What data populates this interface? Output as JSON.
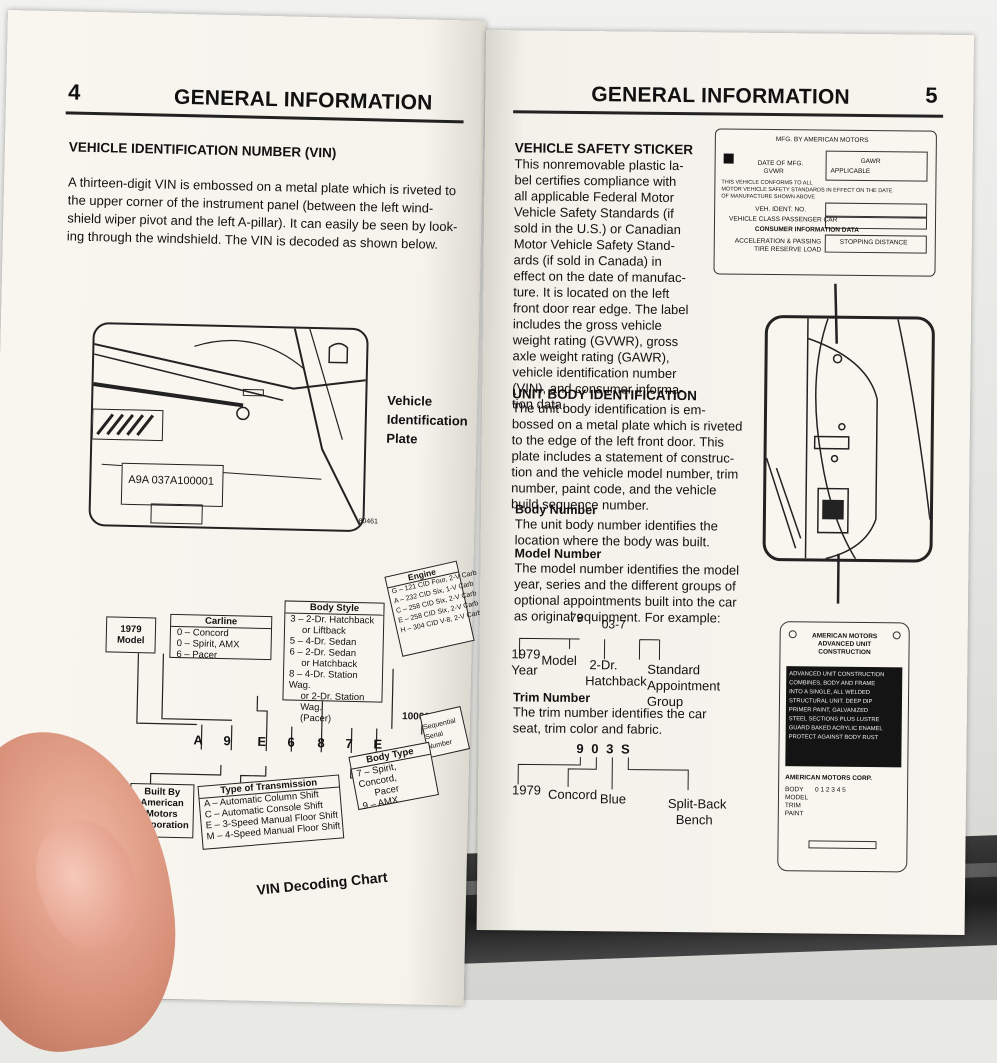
{
  "left_page": {
    "page_number": "4",
    "header_title": "GENERAL INFORMATION",
    "section_title": "VEHICLE IDENTIFICATION NUMBER (VIN)",
    "intro_lines": [
      "A thirteen-digit VIN is embossed on a metal plate which is riveted to",
      "the upper corner of the instrument panel (between the left wind-",
      "shield wiper pivot and the left A-pillar). It can easily be seen by look-",
      "ing through the windshield. The VIN is decoded as shown below."
    ],
    "plate_label_lines": [
      "Vehicle",
      "Identification",
      "Plate"
    ],
    "plate_vin": "A9A 037A100001",
    "figure_code": "80461",
    "chart": {
      "model_year_lines": [
        "1979",
        "Model"
      ],
      "carline_title": "Carline",
      "carline_items": [
        "0 – Concord",
        "0 – Spirit, AMX",
        "6 – Pacer"
      ],
      "body_style_title": "Body Style",
      "body_style_items": [
        "3 – 2-Dr. Hatchback",
        "or Liftback",
        "5 – 4-Dr. Sedan",
        "6 – 2-Dr. Sedan",
        "or Hatchback",
        "8 – 4-Dr. Station Wag.",
        "or 2-Dr. Station Wag.",
        "(Pacer)"
      ],
      "engine_title": "Engine",
      "engine_items": [
        "G – 121 CID Four, 2-V Carb",
        "A – 232 CID Six, 1-V Carb",
        "C – 258 CID Six, 2-V Carb",
        "E – 258 CID Six, 2-V Carb",
        "H – 304 CID V-8, 2-V Carb"
      ],
      "vin_chars": [
        "A",
        "9",
        "E",
        "6",
        "8",
        "7",
        "E",
        "100001"
      ],
      "sequence_lines": [
        "Sequential",
        "Serial Number"
      ],
      "built_by_lines": [
        "Built By",
        "American",
        "Motors",
        "Corporation"
      ],
      "transmission_title": "Type of Transmission",
      "transmission_items": [
        "A – Automatic Column Shift",
        "C – Automatic Console Shift",
        "E – 3-Speed Manual Floor Shift",
        "M – 4-Speed Manual Floor Shift"
      ],
      "body_type_title": "Body Type",
      "body_type_items": [
        "7 – Spirit, Concord,",
        "Pacer",
        "9 – AMX"
      ]
    },
    "caption": "VIN Decoding Chart"
  },
  "right_page": {
    "header_title": "GENERAL INFORMATION",
    "page_number": "5",
    "safety_title": "VEHICLE SAFETY STICKER",
    "safety_lines": [
      "This nonremovable plastic la-",
      "bel certifies compliance with",
      "all applicable Federal Motor",
      "Vehicle Safety Standards (if",
      "sold in the U.S.) or Canadian",
      "Motor Vehicle Safety Stand-",
      "ards (if sold in Canada) in",
      "effect on the date of manufac-",
      "ture. It is located on the left",
      "front door rear edge. The label",
      "includes the gross vehicle",
      "weight rating (GVWR), gross",
      "axle weight rating (GAWR),",
      "vehicle identification number",
      "(VIN), and consumer informa-",
      "tion data."
    ],
    "sticker": {
      "mfg": "MFG. BY AMERICAN MOTORS",
      "date_of_mfg": "DATE OF MFG.",
      "gvwr": "GVWR",
      "gawr": "GAWR",
      "applicable": "APPLICABLE",
      "conform_lines": [
        "THIS VEHICLE CONFORMS TO ALL",
        "MOTOR VEHICLE SAFETY STANDARDS IN EFFECT ON THE DATE",
        "OF MANUFACTURE SHOWN ABOVE"
      ],
      "veh_ident": "VEH. IDENT. NO.",
      "vehicle_class": "VEHICLE CLASS PASSENGER CAR",
      "consumer_info": "CONSUMER INFORMATION DATA",
      "accel_lines": [
        "ACCELERATION & PASSING",
        "TIRE RESERVE LOAD"
      ],
      "stopping": "STOPPING DISTANCE"
    },
    "unit_title": "UNIT BODY IDENTIFICATION",
    "unit_lines": [
      "The unit body identification is em-",
      "bossed on a metal plate which is riveted",
      "to the edge of the left front door. This",
      "plate includes a statement of construc-",
      "tion and the vehicle model number, trim",
      "number, paint code, and the vehicle",
      "build sequence number."
    ],
    "body_number_title": "Body Number",
    "body_number_lines": [
      "The unit body number identifies the",
      "location where the body was built."
    ],
    "model_number_title": "Model Number",
    "model_number_lines": [
      "The model number identifies the model",
      "year, series and the different groups of",
      "optional appointments built into the car",
      "as original equipment. For example:"
    ],
    "model_example": {
      "code_a": "79",
      "code_b": "03-7",
      "year_lines": [
        "1979",
        "Year"
      ],
      "model": "Model",
      "hatch_lines": [
        "2-Dr.",
        "Hatchback"
      ],
      "standard_lines": [
        "Standard",
        "Appointment",
        "Group"
      ]
    },
    "trim_title": "Trim Number",
    "trim_lines": [
      "The trim number identifies the car",
      "seat, trim color and fabric."
    ],
    "trim_example": {
      "code": "9 0 3 S",
      "year": "1979",
      "concord": "Concord",
      "blue": "Blue",
      "split_lines": [
        "Split-Back",
        "Bench"
      ]
    },
    "plate": {
      "title_lines": [
        "AMERICAN MOTORS",
        "ADVANCED UNIT",
        "CONSTRUCTION"
      ],
      "black_lines": [
        "ADVANCED UNIT CONSTRUCTION",
        "COMBINES, BODY AND FRAME",
        "INTO A SINGLE, ALL WELDED",
        "STRUCTURAL UNIT. DEEP DIP",
        "PRIMER PAINT, GALVANIZED",
        "STEEL SECTIONS PLUS LUSTRE",
        "GUARD BAKED ACRYLIC ENAMEL",
        "PROTECT AGAINST BODY RUST"
      ],
      "corp": "AMERICAN MOTORS CORP.",
      "body": "BODY",
      "body_value": "0 1 2 3 4 5",
      "model": "MODEL",
      "trim": "TRIM",
      "paint": "PAINT"
    }
  }
}
